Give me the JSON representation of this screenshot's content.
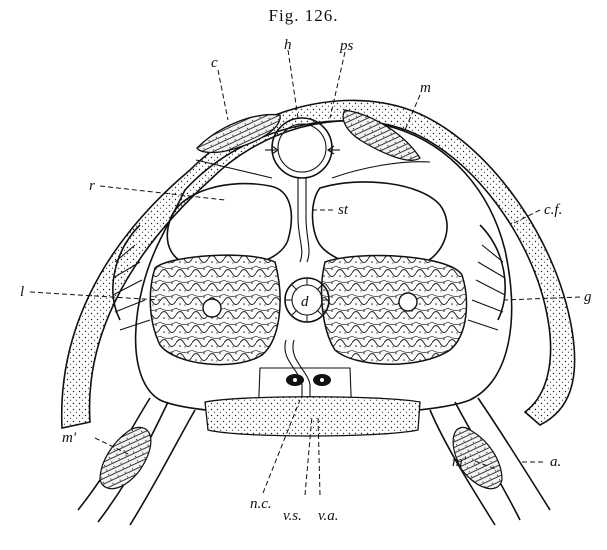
{
  "figure": {
    "caption": "Fig. 126.",
    "labels": {
      "h": "h",
      "ps": "ps",
      "c": "c",
      "m": "m",
      "r": "r",
      "st": "st",
      "cf": "c.f.",
      "l": "l",
      "d": "d",
      "g": "g",
      "m_prime_left": "m'",
      "m_prime_right": "m'",
      "nc": "n.c.",
      "vs": "v.s.",
      "va": "v.a.",
      "a": "a."
    }
  }
}
